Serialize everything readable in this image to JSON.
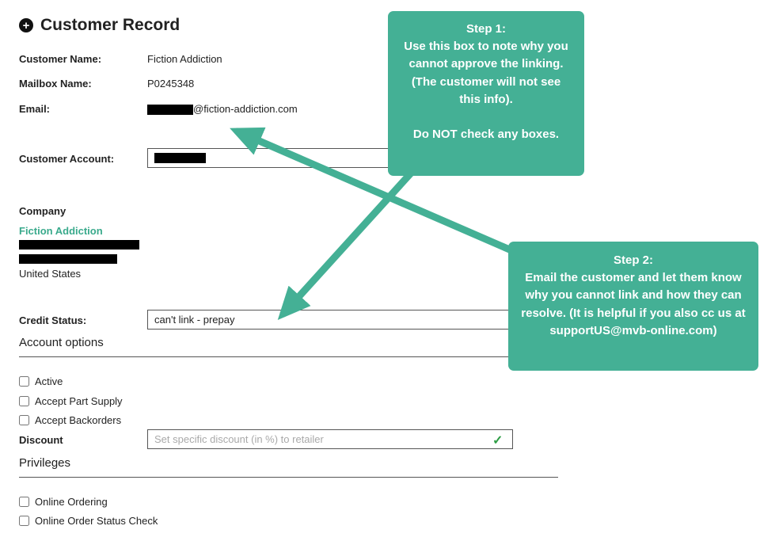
{
  "colors": {
    "annotation_teal": "#44b095",
    "company_link_teal": "#3aaa8c",
    "valid_check_green": "#2f9e46"
  },
  "header": {
    "title": "Customer Record"
  },
  "form": {
    "customer_name_label": "Customer Name:",
    "customer_name_value": "Fiction Addiction",
    "mailbox_label": "Mailbox Name:",
    "mailbox_value": "P0245348",
    "email_label": "Email:",
    "email_domain": "@fiction-addiction.com",
    "customer_account_label": "Customer Account:",
    "credit_status_label": "Credit Status:",
    "credit_status_value": "can't link - prepay",
    "discount_label": "Discount",
    "discount_placeholder": "Set specific discount (in %) to retailer",
    "valid_check_icon": "✓"
  },
  "company": {
    "heading": "Company",
    "name": "Fiction Addiction",
    "country": "United States"
  },
  "sections": {
    "account_options": "Account options",
    "privileges": "Privileges"
  },
  "account_checkboxes": [
    {
      "label": "Active",
      "checked": false
    },
    {
      "label": "Accept Part Supply",
      "checked": false
    },
    {
      "label": "Accept Backorders",
      "checked": false
    }
  ],
  "privilege_checkboxes": [
    {
      "label": "Online Ordering",
      "checked": false
    },
    {
      "label": "Online Order Status Check",
      "checked": false
    }
  ],
  "annotations": {
    "step1_title": "Step 1:",
    "step1_body": "Use this box to note why you cannot approve the linking. (The customer will not see this info).",
    "step1_body2": "Do NOT check any boxes.",
    "step2_title": "Step 2:",
    "step2_body": "Email the customer and let them know why you cannot link and how they can resolve. (It is helpful if you also cc us at supportUS@mvb-online.com)"
  }
}
